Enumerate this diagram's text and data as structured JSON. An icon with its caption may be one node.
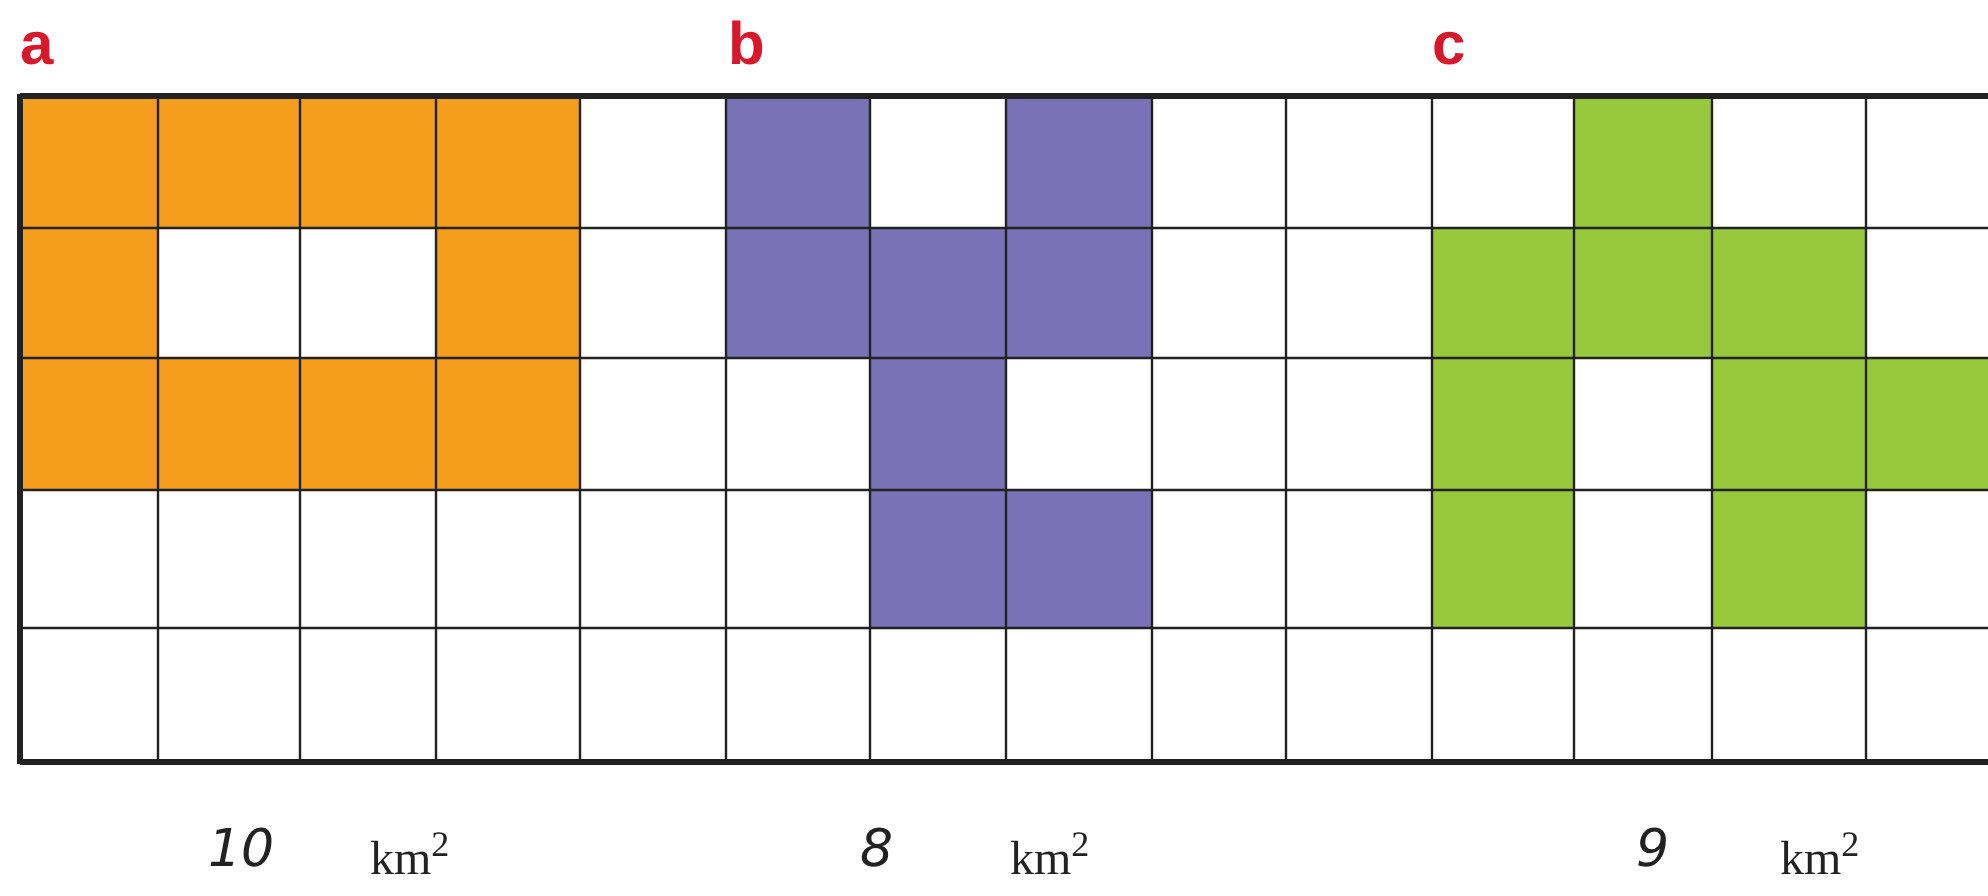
{
  "diagram": {
    "labels": [
      "a",
      "b",
      "c",
      "10",
      "km$^{2}$",
      "8",
      "km$^{2}$",
      "9",
      "km$^{2}$"
    ]
  }
}
